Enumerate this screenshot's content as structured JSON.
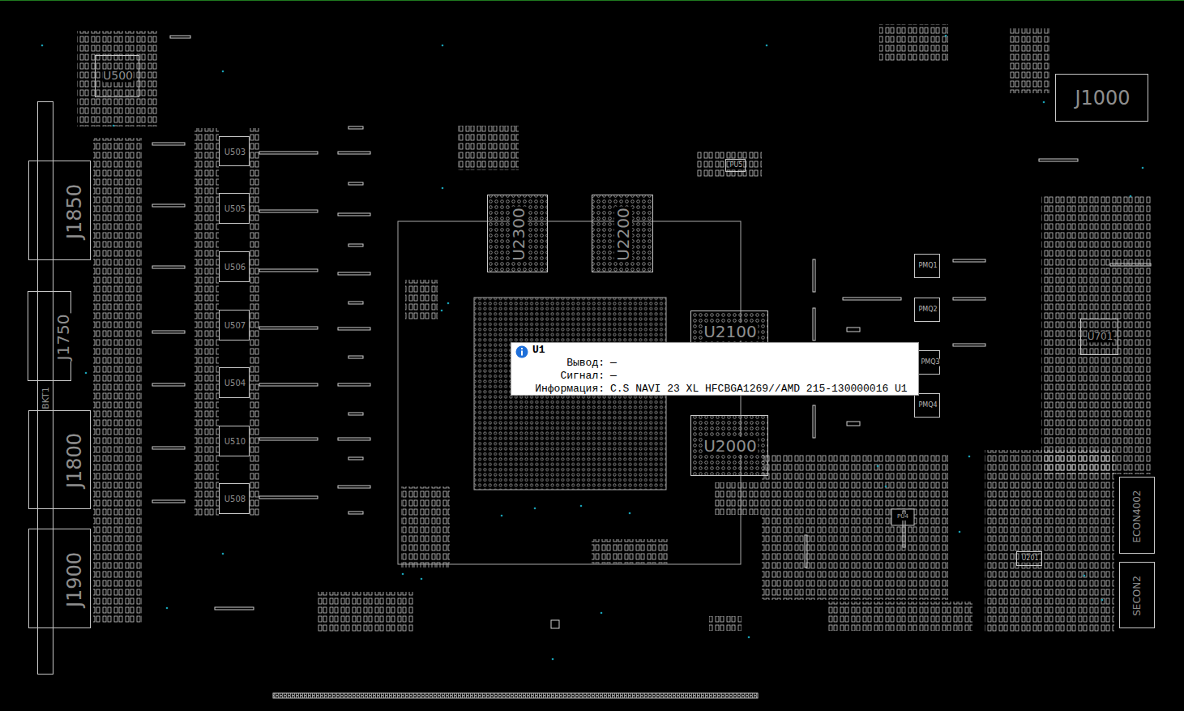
{
  "diagram": {
    "nodes": [
      {
        "text": [
          "U500"
        ]
      },
      {
        "text": [
          "BKT1"
        ]
      },
      {
        "text": [
          "J1000"
        ]
      },
      {
        "text": [
          "U503"
        ]
      },
      {
        "text": [
          "PU5"
        ]
      },
      {
        "text": [
          "J1850"
        ]
      },
      {
        "text": [
          "U505"
        ]
      },
      {
        "text": [
          "U2300"
        ]
      },
      {
        "text": [
          "U2200"
        ]
      },
      {
        "text": [
          "PMQ1"
        ]
      },
      {
        "text": [
          "U506"
        ]
      },
      {
        "text": [
          "J1750"
        ]
      },
      {
        "text": [
          "PMQ2"
        ]
      },
      {
        "text": [
          "U507"
        ]
      },
      {
        "text": [
          "U2100"
        ]
      },
      {
        "text": [
          "U701"
        ]
      },
      {
        "text": [
          "U1",
          "Вывод:",
          "—",
          "Сигнал:",
          "—",
          "Информация:",
          "C.S NAVI 23 XL HFCBGA1269//AMD 215-130000016 U1"
        ]
      },
      {
        "text": [
          "PMQ3"
        ]
      },
      {
        "text": [
          "U504"
        ]
      },
      {
        "text": [
          "PMQ4"
        ]
      },
      {
        "text": [
          "J1800"
        ]
      },
      {
        "text": [
          "U510"
        ]
      },
      {
        "text": [
          "U2000"
        ]
      },
      {
        "text": [
          "U508"
        ]
      },
      {
        "text": [
          "ECON4002"
        ]
      },
      {
        "text": [
          "U201"
        ]
      },
      {
        "text": [
          "J1900"
        ]
      },
      {
        "text": [
          "SECON2"
        ]
      }
    ],
    "labels": [
      "PU4"
    ]
  }
}
